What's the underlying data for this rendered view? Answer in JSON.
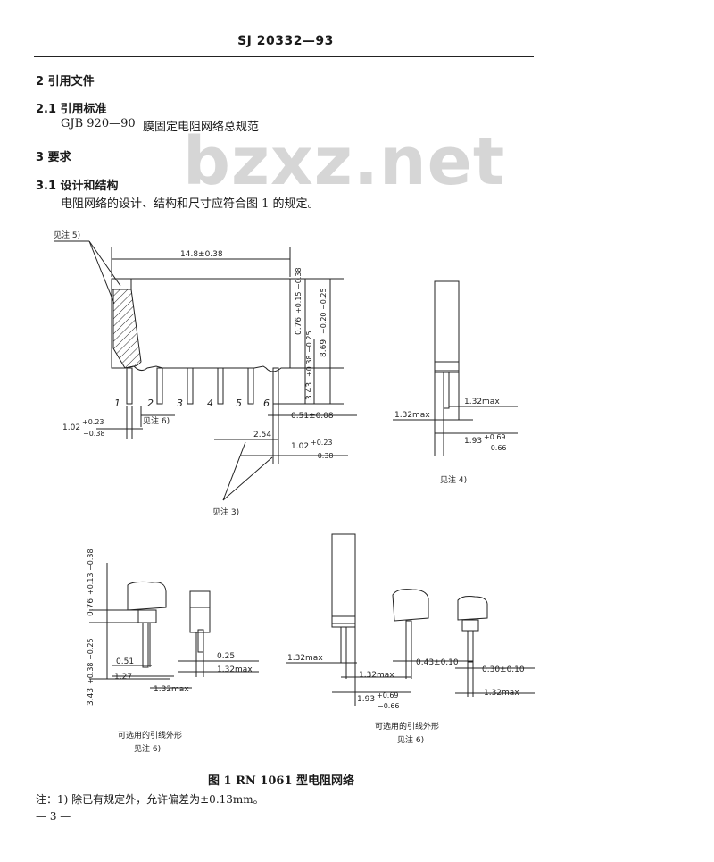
{
  "header": {
    "standard_no": "SJ 20332—93"
  },
  "watermark": "bzxz.net",
  "sections": {
    "s2_heading": "2  引用文件",
    "s21_heading": "2.1  引用标准",
    "s21_ref_code": "GJB 920—90",
    "s21_ref_title": "膜固定电阻网络总规范",
    "s3_heading": "3  要求",
    "s31_heading": "3.1  设计和结构",
    "s31_text": "电阻网络的设计、结构和尺寸应符合图 1 的规定。"
  },
  "figure": {
    "main": {
      "note5": "见注 5)",
      "width_dim": "14.8±0.38",
      "pins": [
        "1",
        "2",
        "3",
        "4",
        "5",
        "6"
      ],
      "note6": "见注 6)",
      "dim_left": "1.02",
      "dim_left_tol_plus": "+0.23",
      "dim_left_tol_minus": "−0.38",
      "pin_width": "0.51±0.08",
      "pitch": "2.54",
      "dim_right": "1.02",
      "dim_right_tol_plus": "+0.23",
      "dim_right_tol_minus": "−0.38",
      "note3": "见注 3)",
      "v_dim1": "0.76",
      "v_dim1_tol": "+0.15 −0.38",
      "v_dim2": "8.69",
      "v_dim2_tol": "+0.20 −0.25",
      "v_dim3": "3.43",
      "v_dim3_tol": "+0.38 −0.25"
    },
    "side": {
      "dim_a": "1.32max",
      "dim_b": "1.32max",
      "dim_c": "1.93",
      "dim_c_tol_plus": "+0.69",
      "dim_c_tol_minus": "−0.66",
      "note4": "见注 4)"
    },
    "alt_left": {
      "v_dim1": "0.76",
      "v_dim1_tol": "+0.13 −0.38",
      "v_dim2": "3.43",
      "v_dim2_tol": "+0.38 −0.25",
      "dim_051": "0.51",
      "dim_127": "1.27",
      "dim_132": "1.32max",
      "dim_025": "0.25",
      "dim_132b": "1.32max",
      "caption1": "可选用的引线外形",
      "caption2": "见注 6)"
    },
    "alt_right": {
      "dim_132a": "1.32max",
      "dim_132b": "1.32max",
      "dim_193": "1.93",
      "dim_193_tol_plus": "+0.69",
      "dim_193_tol_minus": "−0.66",
      "dim_043": "0.43±0.10",
      "dim_030": "0.30±0.10",
      "dim_132c": "1.32max",
      "caption1": "可选用的引线外形",
      "caption2": "见注 6)"
    },
    "caption": "图 1   RN 1061 型电阻网络"
  },
  "notes": {
    "note1": "注：1)   除已有规定外，允许偏差为±0.13mm。"
  },
  "footer": {
    "page": "— 3 —"
  }
}
